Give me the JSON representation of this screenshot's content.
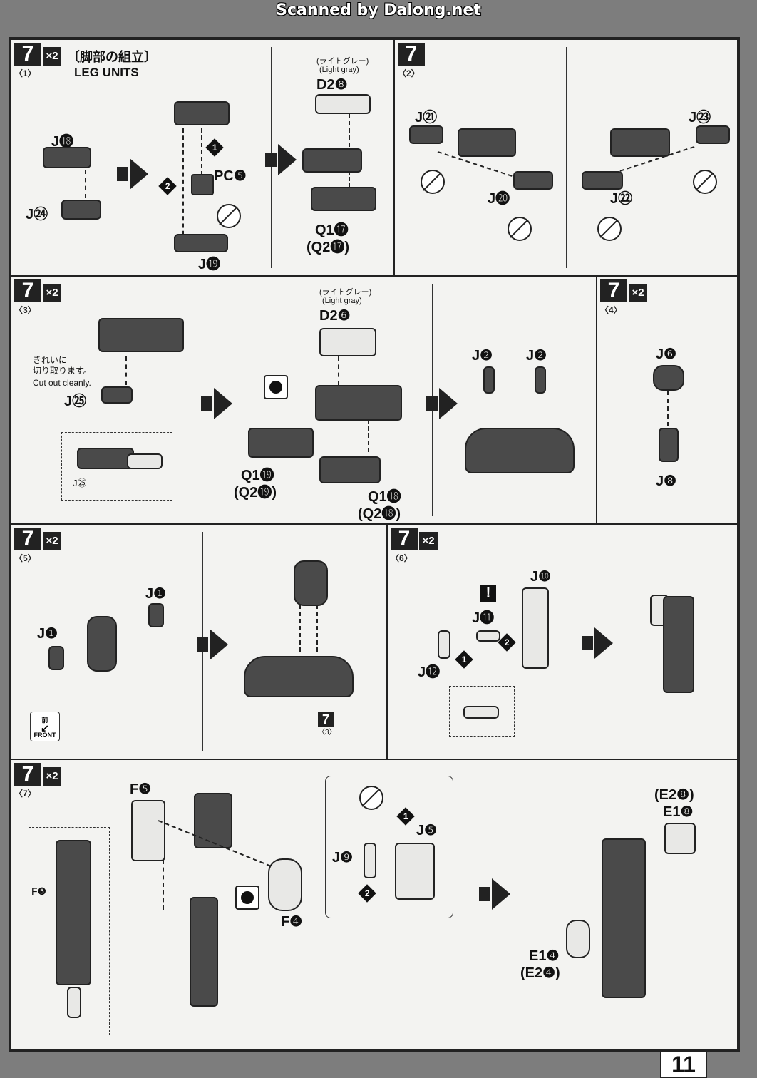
{
  "banner": "Scanned by Dalong.net",
  "page_number": "11",
  "multiplier": "×2",
  "section": {
    "number": "7",
    "title_jp": "〔脚部の組立〕",
    "title_en": "LEG UNITS"
  },
  "steps": {
    "s1": {
      "sub": "〈1〉",
      "labels": [
        "J⓲",
        "J㉔",
        "PC❺",
        "J⓳",
        "D2❽",
        "Q1⓱",
        "(Q2⓱)"
      ],
      "color_jp": "(ライトグレー)",
      "color_en": "(Light gray)"
    },
    "s2": {
      "sub": "〈2〉",
      "labels": [
        "J㉑",
        "J⓴",
        "J㉓",
        "J㉒"
      ]
    },
    "s3": {
      "sub": "〈3〉",
      "labels": [
        "J㉕",
        "J㉕",
        "D2❻",
        "Q1⓳",
        "(Q2⓳)",
        "Q1⓲",
        "(Q2⓲)",
        "J❷",
        "J❷"
      ],
      "note_jp": "きれいに\n切り取ります。",
      "note_en": "Cut out cleanly.",
      "color_jp": "(ライトグレー)",
      "color_en": "(Light gray)"
    },
    "s4": {
      "sub": "〈4〉",
      "labels": [
        "J❻",
        "J❽"
      ]
    },
    "s5": {
      "sub": "〈5〉",
      "labels": [
        "J❶",
        "J❶"
      ],
      "ref_num": "7",
      "ref_sub": "〈3〉",
      "front_jp": "前",
      "front_en": "FRONT"
    },
    "s6": {
      "sub": "〈6〉",
      "labels": [
        "J❿",
        "J⓫",
        "J⓬"
      ],
      "alert": "!"
    },
    "s7": {
      "sub": "〈7〉",
      "labels": [
        "F❺",
        "F❺",
        "F❹",
        "J❺",
        "J❾",
        "(E2❽)",
        "E1❽",
        "E1❹",
        "(E2❹)"
      ]
    }
  },
  "step_markers": [
    "1",
    "2"
  ]
}
